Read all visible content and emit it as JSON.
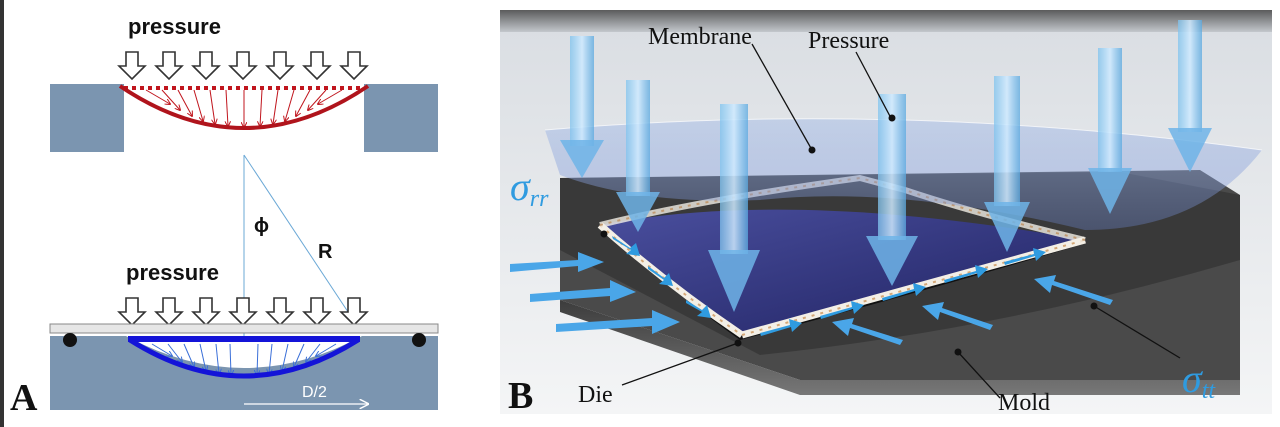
{
  "panel_a": {
    "panel_letter": "A",
    "top_pressure_label": "pressure",
    "bottom_pressure_label": "pressure",
    "angle_label": "ϕ",
    "radius_label": "R",
    "half_diameter_label": "D/2",
    "colors": {
      "support_block": "#7b95b0",
      "membrane_top": "#b0141c",
      "membrane_bottom": "#1414d8",
      "mold": "#7b95b0",
      "guide_line": "#6ba8d6"
    }
  },
  "panel_b": {
    "panel_letter": "B",
    "membrane_label": "Membrane",
    "pressure_label": "Pressure",
    "die_label": "Die",
    "mold_label": "Mold",
    "sigma_rr": {
      "symbol": "σ",
      "subscript": "rr"
    },
    "sigma_tt": {
      "symbol": "σ",
      "subscript": "tt"
    },
    "colors": {
      "arrow_blue": "#4aa6e8",
      "stress_label": "#2f9be0",
      "die_surface": "#2a2f7a",
      "mold_dark": "#3a3a3a"
    }
  }
}
